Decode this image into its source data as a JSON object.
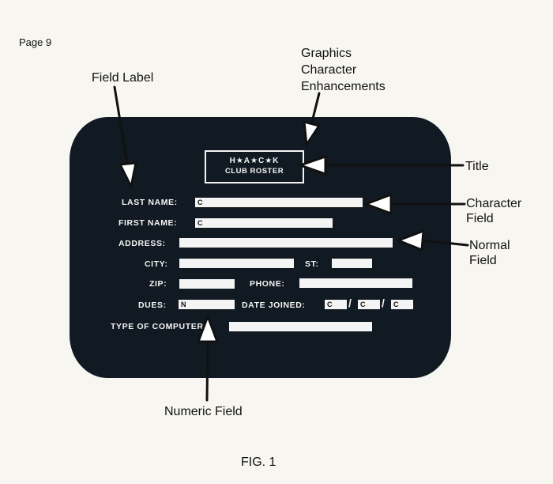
{
  "page": {
    "number": "Page 9",
    "figure_caption": "FIG. 1"
  },
  "annotations": {
    "field_label": "Field Label",
    "graphics_1": "Graphics",
    "graphics_2": "Character",
    "graphics_3": "Enhancements",
    "title": "Title",
    "character_1": "Character",
    "character_2": "Field",
    "normal_1": "Normal",
    "normal_2": "Field",
    "numeric": "Numeric Field"
  },
  "screen": {
    "title_line1": "H★A★C★K",
    "title_line2": "CLUB ROSTER",
    "labels": {
      "last_name": "LAST NAME:",
      "first_name": "FIRST NAME:",
      "address": "ADDRESS:",
      "city": "CITY:",
      "st": "ST:",
      "zip": "ZIP:",
      "phone": "PHONE:",
      "dues": "DUES:",
      "date_joined": "DATE JOINED:",
      "type_of_computer": "TYPE OF COMPUTER:"
    },
    "fields": {
      "last_name": "C",
      "first_name": "C",
      "dues": "N",
      "date_1": "C",
      "date_2": "C",
      "date_3": "C"
    }
  },
  "colors": {
    "screen": "#111a22",
    "field": "#f4f4f4",
    "paper": "#f7f6f1"
  }
}
